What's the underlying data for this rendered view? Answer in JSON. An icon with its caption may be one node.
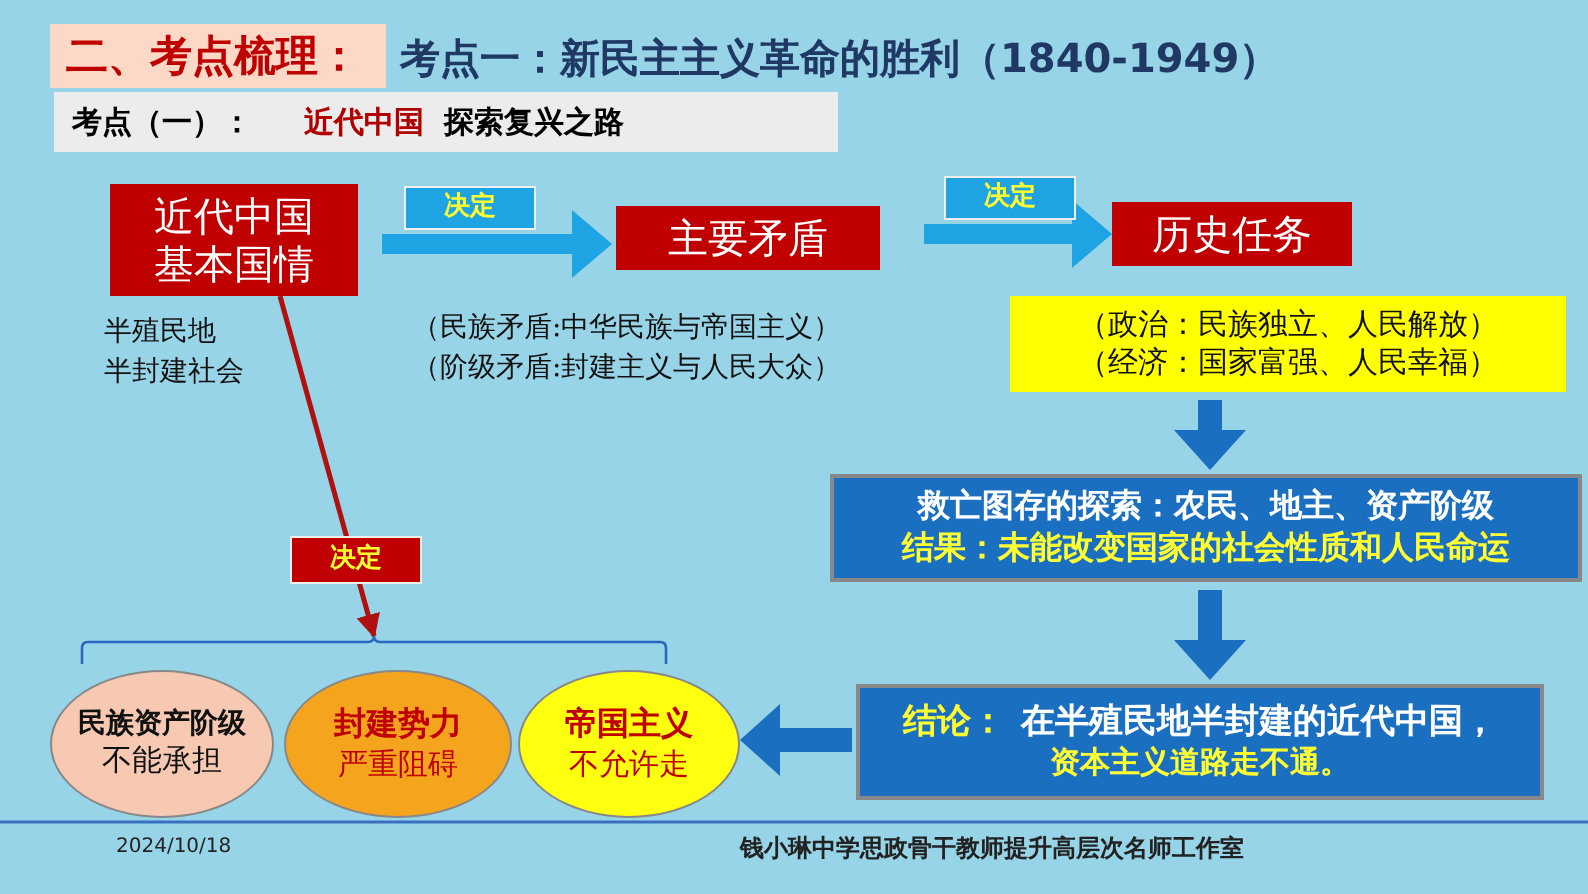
{
  "diagram": {
    "title": "考点一：新民主主义革命的胜利（1840-1949）",
    "nodes": [
      {
        "text": [
          "近代中国基本国情"
        ],
        "beside": [
          "半殖民地",
          "半封建社会"
        ]
      },
      {
        "text": [
          "主要矛盾"
        ],
        "beside": [
          "（民族矛盾:中华民族与帝国主义）",
          "（阶级矛盾:封建主义与人民大众）"
        ]
      },
      {
        "text": [
          "历史任务"
        ]
      },
      {
        "text": [
          "（政治：民族独立、人民解放）",
          "（经济：国家富强、人民幸福）"
        ]
      },
      {
        "text": [
          "救亡图存的探索：农民、地主、资产阶级",
          "结果：未能改变国家的社会性质和人民命运"
        ]
      },
      {
        "text": [
          "结论：",
          "在半殖民地半封建的近代中国，",
          "资本主义道路走不通。"
        ]
      },
      {
        "text": [],
        "shape": "bracket"
      },
      {
        "text": [
          "民族资产阶级",
          "不能承担"
        ]
      },
      {
        "text": [
          "封建势力",
          "严重阻碍"
        ]
      },
      {
        "text": [
          "帝国主义",
          "不允许走"
        ]
      }
    ],
    "edges": [
      {
        "from": 0,
        "to": 1,
        "arrow": "to",
        "label": "决定",
        "color": "#1ea4e2"
      },
      {
        "from": 1,
        "to": 2,
        "arrow": "to",
        "label": "决定",
        "color": "#1ea4e2"
      },
      {
        "from": 3,
        "to": 4,
        "arrow": "to"
      },
      {
        "from": 4,
        "to": 5,
        "arrow": "to"
      },
      {
        "from": 5,
        "to": 9,
        "arrow": "to"
      },
      {
        "from": 0,
        "to": 6,
        "arrow": "to",
        "label": "决定",
        "color": "#b01010"
      }
    ],
    "labels": [
      "二、考点梳理：",
      "考点（一）：",
      "近代中国",
      "探索复兴之路",
      "2024/10/18",
      "钱小琳中学思政骨干教师提升高层次名师工作室"
    ]
  }
}
